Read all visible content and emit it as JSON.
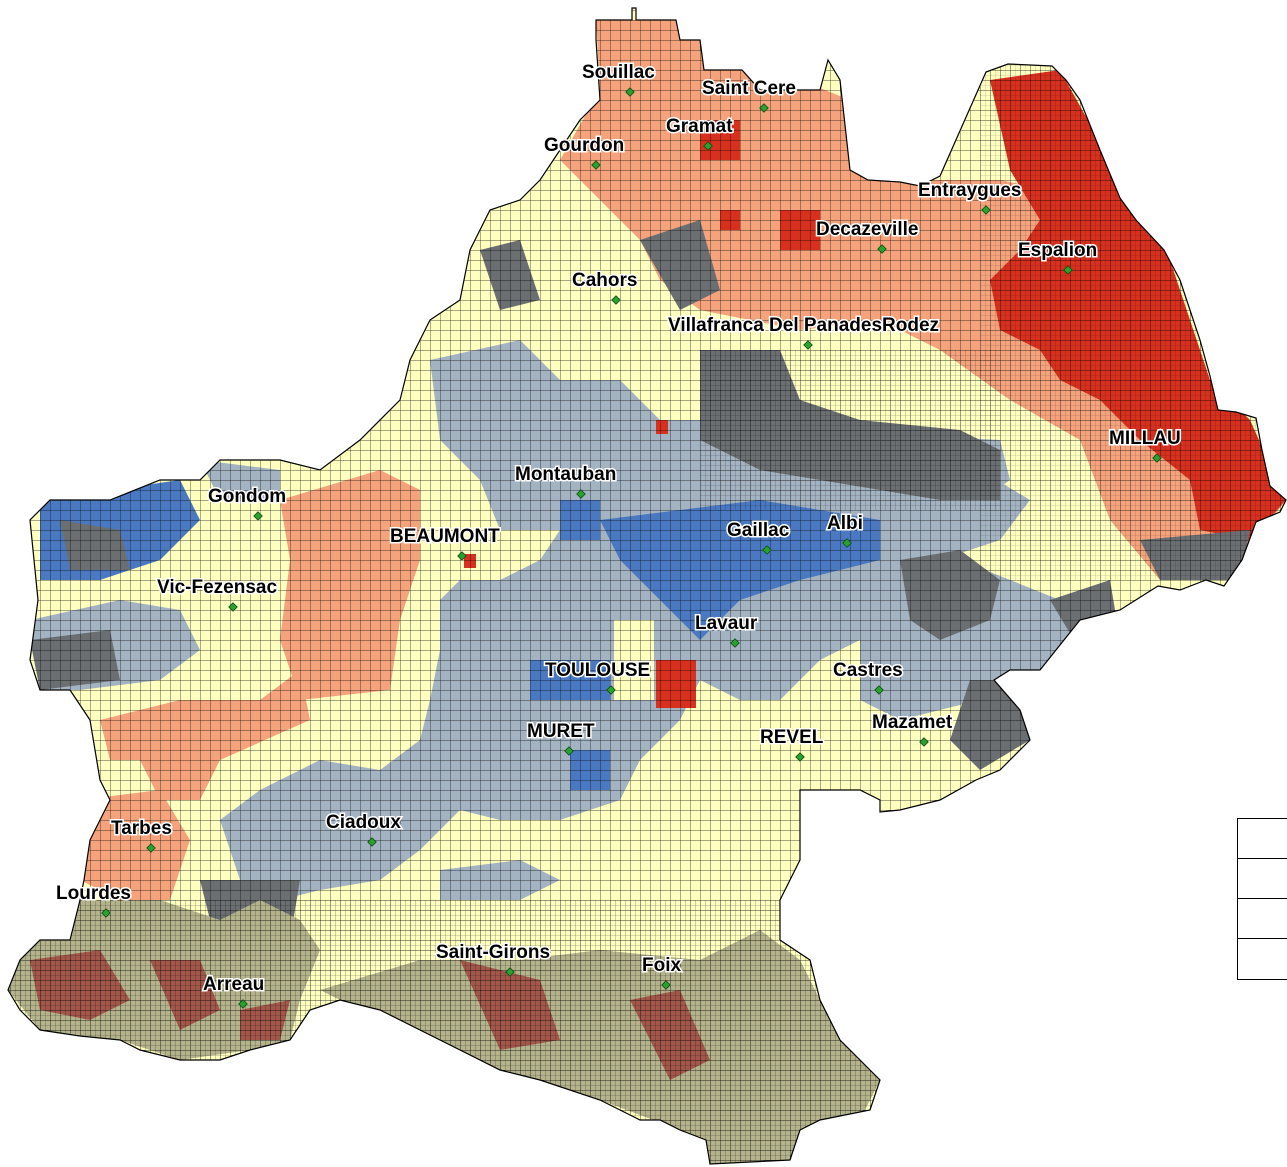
{
  "palette": {
    "red": "#d7301f",
    "salmon": "#f4a37c",
    "light_yellow": "#ffffc0",
    "grey_blue": "#a4b3c2",
    "blue": "#4a79c1",
    "dark_grey": "#6b6f72",
    "mountain_olive": "#b4b38c",
    "mountain_brown": "#a2574a",
    "marker": "#2aa12e",
    "grid": "#000000"
  },
  "cities": [
    {
      "name": "Souillac"
    },
    {
      "name": "Saint Cere"
    },
    {
      "name": "Gramat"
    },
    {
      "name": "Gourdon"
    },
    {
      "name": "Entraygues"
    },
    {
      "name": "Decazeville"
    },
    {
      "name": "Espalion"
    },
    {
      "name": "Cahors"
    },
    {
      "name": "Villafranca Del PanadesRodez"
    },
    {
      "name": "MILLAU"
    },
    {
      "name": "Montauban"
    },
    {
      "name": "Gondom"
    },
    {
      "name": "BEAUMONT"
    },
    {
      "name": "Gaillac"
    },
    {
      "name": "Albi"
    },
    {
      "name": "Vic-Fezensac"
    },
    {
      "name": "Lavaur"
    },
    {
      "name": "TOULOUSE"
    },
    {
      "name": "Castres"
    },
    {
      "name": "MURET"
    },
    {
      "name": "REVEL"
    },
    {
      "name": "Mazamet"
    },
    {
      "name": "Tarbes"
    },
    {
      "name": "Ciadoux"
    },
    {
      "name": "Lourdes"
    },
    {
      "name": "Saint-Girons"
    },
    {
      "name": "Foix"
    },
    {
      "name": "Arreau"
    }
  ],
  "legend": {
    "rows": 4
  }
}
